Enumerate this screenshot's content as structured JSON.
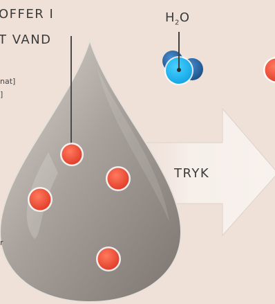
{
  "labels": {
    "title_line1": "OFFER I",
    "title_line2": "T VAND",
    "note_line1": "nat]",
    "note_line2": "]",
    "stray_char": "r",
    "molecule_formula": "H",
    "molecule_subscript": "2",
    "molecule_formula_end": "O",
    "arrow_label": "TRYK"
  },
  "colors": {
    "background": "#efe1d8",
    "particle": "#e84a36",
    "water_molecule": "#1fb4ef",
    "water_molecule_dark": "#1c5f9c",
    "arrow_fill": "#f4ede8",
    "drop_body": "#a8a19b"
  }
}
